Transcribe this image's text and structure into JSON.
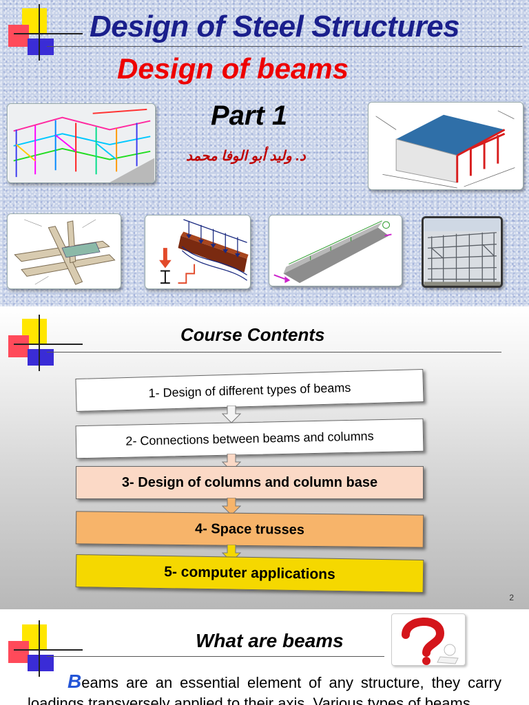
{
  "slide1": {
    "title": "Design of Steel Structures",
    "subtitle": "Design of beams",
    "part": "Part 1",
    "author": "د. وليد أبو الوفا محمد"
  },
  "slide2": {
    "title": "Course Contents",
    "items": [
      {
        "label": "1- Design of different types of beams",
        "fill": "#ffffff"
      },
      {
        "label": "2- Connections between beams and columns",
        "fill": "#ffffff"
      },
      {
        "label": "3- Design of columns and column base",
        "fill": "#fbd9c6"
      },
      {
        "label": "4- Space trusses",
        "fill": "#f7b46a"
      },
      {
        "label": "5- computer applications",
        "fill": "#f5d800"
      }
    ],
    "page_number": "2"
  },
  "slide3": {
    "title": "What are beams",
    "drop_cap": "B",
    "body_rest": "eams are an essential element of any structure, they carry loadings transversely applied to their axis. Various types of beams"
  },
  "colors": {
    "title_blue": "#1a1f8c",
    "subtitle_red": "#ee0000",
    "author_red": "#c00000",
    "dropcap_blue": "#2455d6"
  },
  "icons": [
    "decor-logo",
    "steel-frame-image",
    "warehouse-image",
    "beam-detail-image",
    "loaded-beam-image",
    "buckled-beam-image",
    "building-frame-image",
    "question-mark-image",
    "down-arrow-icon"
  ]
}
